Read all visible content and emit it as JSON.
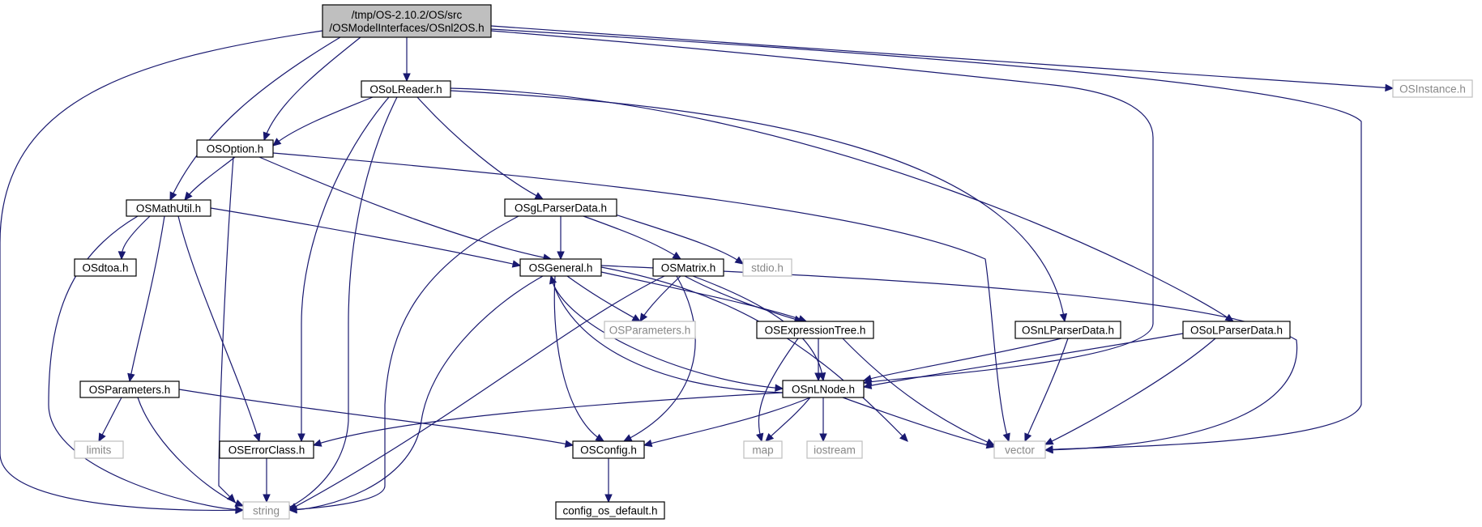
{
  "colors": {
    "edge": "#191970",
    "node_border": "#000000",
    "node_border_external": "#bfbfbf",
    "root_fill": "#bfbfbf",
    "node_fill": "#ffffff"
  },
  "nodes": {
    "root": {
      "lines": [
        "/tmp/OS-2.10.2/OS/src",
        "/OSModelInterfaces/OSnl2OS.h"
      ],
      "style": "root"
    },
    "osolreader": {
      "lines": [
        "OSoLReader.h"
      ],
      "style": "internal"
    },
    "osinstance": {
      "lines": [
        "OSInstance.h"
      ],
      "style": "external"
    },
    "osoption": {
      "lines": [
        "OSOption.h"
      ],
      "style": "internal"
    },
    "osmathutil": {
      "lines": [
        "OSMathUtil.h"
      ],
      "style": "internal"
    },
    "osglparserdata": {
      "lines": [
        "OSgLParserData.h"
      ],
      "style": "internal"
    },
    "osdtoa": {
      "lines": [
        "OSdtoa.h"
      ],
      "style": "internal"
    },
    "osgeneral": {
      "lines": [
        "OSGeneral.h"
      ],
      "style": "internal"
    },
    "osmatrix": {
      "lines": [
        "OSMatrix.h"
      ],
      "style": "internal"
    },
    "stdio": {
      "lines": [
        "stdio.h"
      ],
      "style": "external"
    },
    "osparameters_ext": {
      "lines": [
        "OSParameters.h"
      ],
      "style": "external"
    },
    "osexpressiontree": {
      "lines": [
        "OSExpressionTree.h"
      ],
      "style": "internal"
    },
    "osnlparserdata": {
      "lines": [
        "OSnLParserData.h"
      ],
      "style": "internal"
    },
    "osolparserdata": {
      "lines": [
        "OSoLParserData.h"
      ],
      "style": "internal"
    },
    "osparameters": {
      "lines": [
        "OSParameters.h"
      ],
      "style": "internal"
    },
    "osnlnode": {
      "lines": [
        "OSnLNode.h"
      ],
      "style": "internal"
    },
    "limits": {
      "lines": [
        "limits"
      ],
      "style": "external"
    },
    "oserrorclass": {
      "lines": [
        "OSErrorClass.h"
      ],
      "style": "internal"
    },
    "osconfig": {
      "lines": [
        "OSConfig.h"
      ],
      "style": "internal"
    },
    "map": {
      "lines": [
        "map"
      ],
      "style": "external"
    },
    "iostream": {
      "lines": [
        "iostream"
      ],
      "style": "external"
    },
    "vector": {
      "lines": [
        "vector"
      ],
      "style": "external"
    },
    "string": {
      "lines": [
        "string"
      ],
      "style": "external"
    },
    "config_default": {
      "lines": [
        "config_os_default.h"
      ],
      "style": "internal"
    }
  }
}
